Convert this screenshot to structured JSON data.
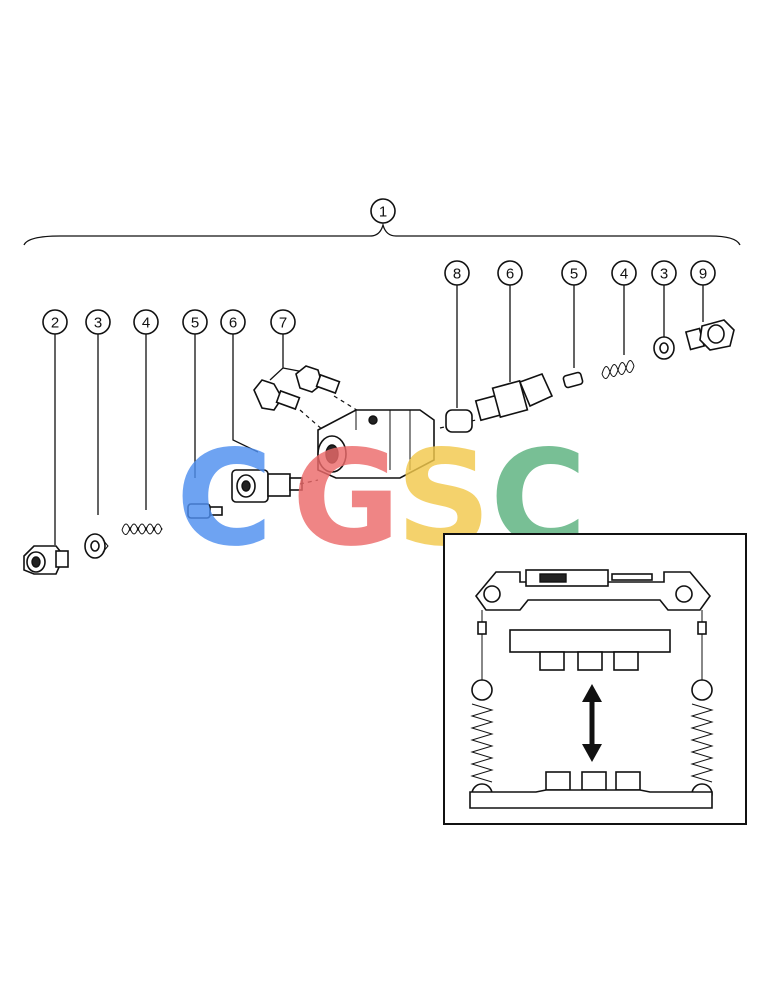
{
  "callouts": {
    "assembly": "1",
    "left": [
      "2",
      "3",
      "4",
      "5",
      "6",
      "7"
    ],
    "right": [
      "8",
      "6",
      "5",
      "4",
      "3",
      "9"
    ]
  },
  "watermark": {
    "letters": [
      "C",
      "G",
      "S",
      "C"
    ],
    "colors": [
      "#4f8ff0",
      "#ec6b6b",
      "#f2c94c",
      "#5bb27e"
    ]
  },
  "inset": {
    "icons": [
      "up-down-arrow-icon"
    ]
  }
}
